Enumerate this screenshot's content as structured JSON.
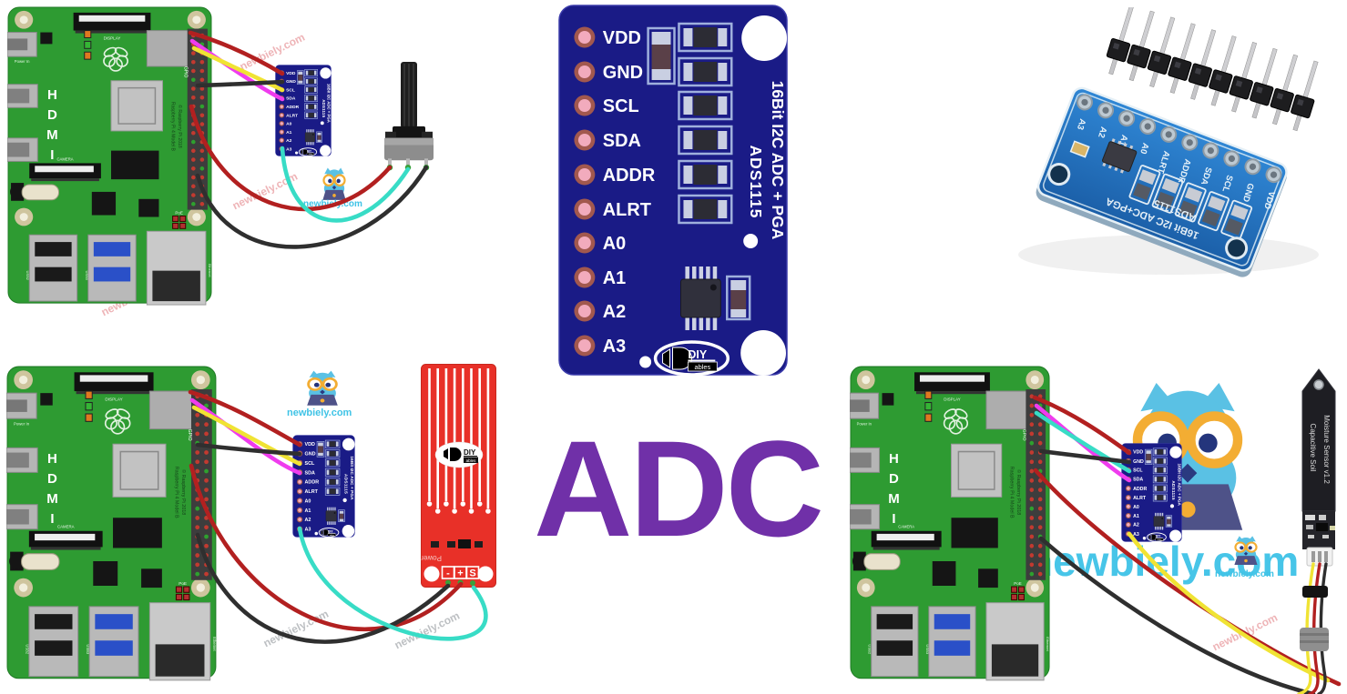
{
  "page": {
    "background": "#ffffff"
  },
  "headline": {
    "text": "ADC",
    "color": "#7030a8"
  },
  "branding": {
    "watermark": "newbiely.com",
    "owl_caption": "newbiely.com",
    "large_text": "newbiely.com",
    "cyan": "#47c5e8"
  },
  "module": {
    "pins": [
      "VDD",
      "GND",
      "SCL",
      "SDA",
      "ADDR",
      "ALRT",
      "A0",
      "A1",
      "A2",
      "A3"
    ],
    "title_line1": "16Bit I2C ADC + PGA",
    "title_line2": "ADS1115",
    "logo": {
      "top": "DIY",
      "bottom": "ables"
    },
    "board_color": "#1a1b86"
  },
  "photo_board": {
    "pins": [
      "A3",
      "A2",
      "A1",
      "A0",
      "ALRT",
      "ADDR",
      "SDA",
      "SCL",
      "GND",
      "VDD"
    ],
    "silk_line1": "16Bit I2C ADC+PGA",
    "silk_line2": "ADS1115"
  },
  "raspberry_pi": {
    "model_text": "Raspberry Pi 4 Model B",
    "copyright_text": "© Raspberry Pi 2018",
    "hdmi_label": "HDMI",
    "gpio_label": "GPIO",
    "display_label": "DISPLAY",
    "camera_label": "CAMERA",
    "power_label": "Power In",
    "poe_label": "PoE",
    "usb2_label": "USB2",
    "usb3_label": "USB3",
    "ethernet_label": "Ethernet",
    "board_color": "#2e9b32"
  },
  "water_sensor": {
    "pin_labels": [
      "-",
      "+",
      "S"
    ],
    "power_label": "Power",
    "logo": {
      "top": "DIY",
      "bottom": "ables"
    },
    "board_color": "#e83028"
  },
  "soil_sensor": {
    "label_line1": "Capacitive Soil",
    "label_line2": "Moisture Sensor v1.2"
  },
  "colors": {
    "wire_red": "#b22020",
    "wire_black": "#2f2f2f",
    "wire_yellow": "#f0e334",
    "wire_magenta": "#ef3cee",
    "wire_cyan": "#38dcc6"
  }
}
